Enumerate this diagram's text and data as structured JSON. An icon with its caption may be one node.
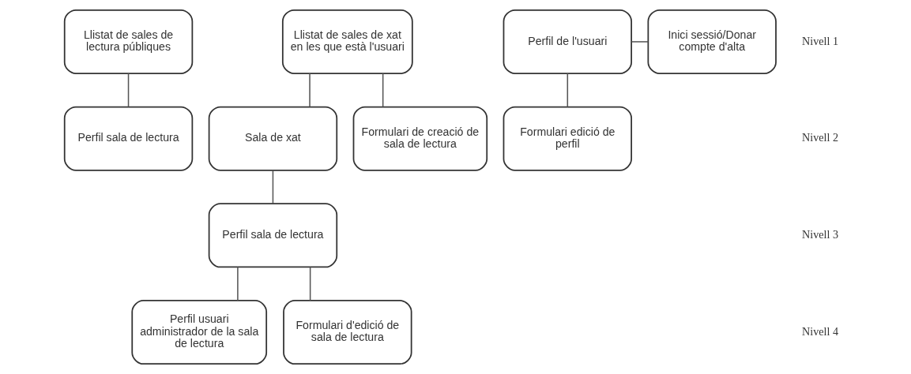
{
  "diagram": {
    "nodes": [
      {
        "text": [
          "Llistat de sales de lectura públiques"
        ]
      },
      {
        "text": [
          "Llistat de sales de xat en les que està l'usuari"
        ]
      },
      {
        "text": [
          "Perfil de l'usuari"
        ]
      },
      {
        "text": [
          "Inici sessió/Donar compte d'alta"
        ]
      },
      {
        "text": [
          "Perfil sala de lectura"
        ]
      },
      {
        "text": [
          "Sala de xat"
        ]
      },
      {
        "text": [
          "Formulari de creació de sala de lectura"
        ]
      },
      {
        "text": [
          "Formulari edició de perfil"
        ]
      },
      {
        "text": [
          "Perfil sala de lectura"
        ]
      },
      {
        "text": [
          "Perfil usuari administrador de la sala de lectura"
        ]
      },
      {
        "text": [
          "Formulari d'edició de sala de lectura"
        ]
      }
    ],
    "edges": [
      {
        "from": 0,
        "to": 4,
        "arrow": "none"
      },
      {
        "from": 1,
        "to": 5,
        "arrow": "none"
      },
      {
        "from": 1,
        "to": 6,
        "arrow": "none"
      },
      {
        "from": 2,
        "to": 3,
        "arrow": "none"
      },
      {
        "from": 2,
        "to": 7,
        "arrow": "none"
      },
      {
        "from": 5,
        "to": 8,
        "arrow": "none"
      },
      {
        "from": 8,
        "to": 9,
        "arrow": "none"
      },
      {
        "from": 8,
        "to": 10,
        "arrow": "none"
      }
    ],
    "labels": [
      "Nivell 1",
      "Nivell 2",
      "Nivell 3",
      "Nivell 4"
    ]
  }
}
